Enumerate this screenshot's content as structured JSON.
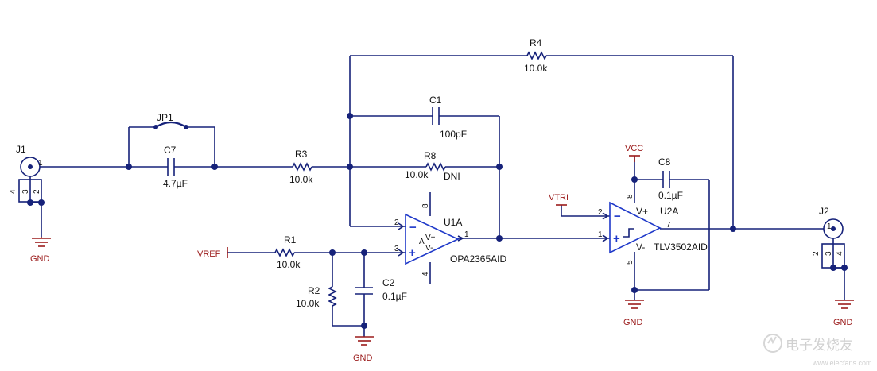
{
  "components": {
    "j1": {
      "ref": "J1",
      "pins": [
        "1",
        "4",
        "3",
        "2"
      ]
    },
    "jp1": {
      "ref": "JP1"
    },
    "c7": {
      "ref": "C7",
      "value": "4.7µF"
    },
    "r3": {
      "ref": "R3",
      "value": "10.0k"
    },
    "r4": {
      "ref": "R4",
      "value": "10.0k"
    },
    "c1": {
      "ref": "C1",
      "value": "100pF"
    },
    "r8": {
      "ref": "R8",
      "value": "10.0k",
      "note": "DNI"
    },
    "u1a": {
      "ref": "U1A",
      "part": "OPA2365AID",
      "pin_in_neg": "2",
      "pin_in_pos": "3",
      "pin_out": "1",
      "pin_vpos": "8",
      "pin_vneg": "4",
      "label_vpos": "V+",
      "label_vneg": "V-",
      "label_a": "A"
    },
    "r1": {
      "ref": "R1",
      "value": "10.0k"
    },
    "r2": {
      "ref": "R2",
      "value": "10.0k"
    },
    "c2": {
      "ref": "C2",
      "value": "0.1µF"
    },
    "u2a": {
      "ref": "U2A",
      "part": "TLV3502AID",
      "pin_in_pos": "2",
      "pin_in_neg": "1",
      "pin_out": "7",
      "pin_vpos": "8",
      "pin_vneg": "5",
      "label_vpos": "V+",
      "label_vneg": "V-"
    },
    "c8": {
      "ref": "C8",
      "value": "0.1µF"
    },
    "j2": {
      "ref": "J2",
      "pins": [
        "1",
        "2",
        "3",
        "4"
      ]
    }
  },
  "nets": {
    "vref": "VREF",
    "vtri": "VTRI",
    "vcc": "VCC",
    "gnd": "GND"
  },
  "op_symbols": {
    "minus": "−",
    "plus": "+"
  },
  "watermark": {
    "brand": "电子发烧友",
    "site": "www.elecfans.com"
  },
  "colors": {
    "wire": "#16227a",
    "opamp": "#1f39c9",
    "net_label": "#9b1b1b"
  }
}
